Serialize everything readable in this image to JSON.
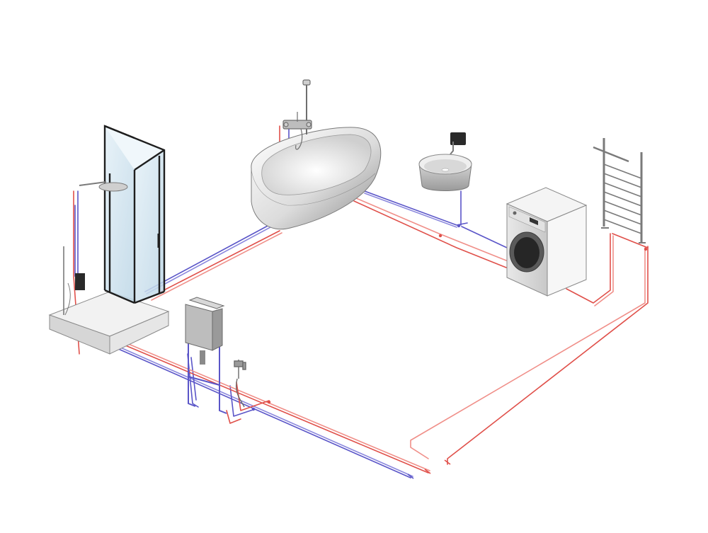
{
  "diagram": {
    "style": "isometric bathroom plumbing schematic",
    "colors": {
      "hot_pipe": "#e0504a",
      "cold_pipe": "#5a55c8",
      "background": "#ffffff",
      "chrome": "#9a9a9a",
      "glass": "#cfe2ee",
      "frame": "#1e1e1e",
      "ceramic": "#f2f2f2"
    },
    "fixtures": [
      {
        "id": "shower-enclosure",
        "icon": "shower-icon"
      },
      {
        "id": "bathtub",
        "icon": "bathtub-icon"
      },
      {
        "id": "washbasin",
        "icon": "sink-icon"
      },
      {
        "id": "towel-radiator",
        "icon": "radiator-icon"
      },
      {
        "id": "washing-machine",
        "icon": "washing-machine-icon"
      },
      {
        "id": "toilet-installation-frame",
        "icon": "toilet-frame-icon"
      },
      {
        "id": "hygienic-shower",
        "icon": "bidet-shower-icon"
      }
    ],
    "pipe_systems": [
      {
        "id": "hot-water-supply",
        "color": "hot_pipe"
      },
      {
        "id": "cold-water-supply",
        "color": "cold_pipe"
      }
    ]
  }
}
